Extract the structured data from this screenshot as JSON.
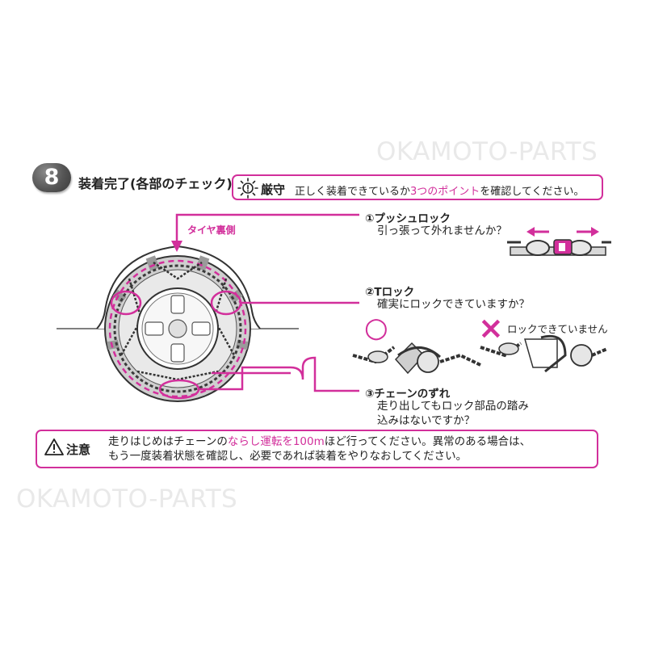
{
  "watermarks": [
    "OKAMOTO-PARTS",
    "OKAMOTO-PARTS"
  ],
  "step": {
    "number": "8",
    "title": "装着完了(各部のチェック)"
  },
  "strict": {
    "label": "厳守",
    "text_before": "正しく装着できているか",
    "text_highlight": "3つのポイント",
    "text_after": "を確認してください。"
  },
  "tire_back_label": "タイヤ裏側",
  "points": [
    {
      "title": "①プッシュロック",
      "desc": [
        "引っ張って外れませんか？"
      ]
    },
    {
      "title": "②Tロック",
      "desc": [
        "確実にロックできていますか？"
      ]
    },
    {
      "title": "③チェーンのずれ",
      "desc": [
        "走り出してもロック部品の踏み",
        "込みはないですか？"
      ]
    }
  ],
  "good_mark": "○",
  "bad_mark": "×",
  "bad_label": "ロックできていません",
  "caution": {
    "label": "注意",
    "line1_before": "走りはじめはチェーンの",
    "line1_highlight": "ならし運転を100m",
    "line1_after": "ほど行ってください。異常のある場合は、",
    "line2": "もう一度装着状態を確認し、必要であれば装着をやりなおしてください。"
  },
  "colors": {
    "accent": "#d22f9b",
    "text": "#222222",
    "badge": "#555555"
  },
  "icons": [
    "sparkle-alert-icon",
    "warning-triangle-icon",
    "arrow-left-icon",
    "arrow-right-icon"
  ]
}
